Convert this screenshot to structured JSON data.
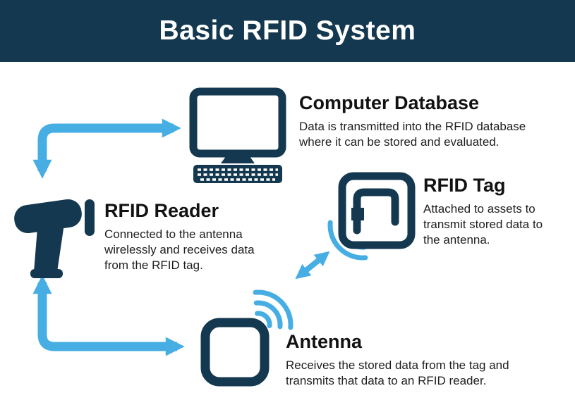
{
  "header": {
    "title": "Basic RFID System"
  },
  "colors": {
    "navy": "#14384F",
    "arrow_blue": "#47AEE4",
    "background": "#FFFFFF",
    "text": "#1E1E1E"
  },
  "icons": {
    "computer_database": "desktop-monitor-with-keyboard",
    "rfid_reader": "handheld-scanner-gun",
    "rfid_tag": "rfid-tag-chip",
    "antenna": "rounded-square-antenna",
    "signal": "wireless-wave-arcs"
  },
  "nodes": {
    "computer_database": {
      "title": "Computer Database",
      "description": "Data is transmitted into the RFID database where it can be stored and evaluated."
    },
    "rfid_reader": {
      "title": "RFID Reader",
      "description": "Connected to the antenna wirelessly and receives data from the RFID tag."
    },
    "rfid_tag": {
      "title": "RFID Tag",
      "description": "Attached to assets to transmit stored data to the antenna."
    },
    "antenna": {
      "title": "Antenna",
      "description": "Receives the stored data from the tag and transmits that data to an RFID reader."
    }
  },
  "connections": [
    {
      "from": "rfid_reader",
      "to": "computer_database",
      "style": "elbow",
      "bidirectional": true
    },
    {
      "from": "antenna",
      "to": "rfid_reader",
      "style": "elbow",
      "bidirectional": true
    },
    {
      "from": "rfid_tag",
      "to": "antenna",
      "style": "straight",
      "bidirectional": true
    }
  ]
}
